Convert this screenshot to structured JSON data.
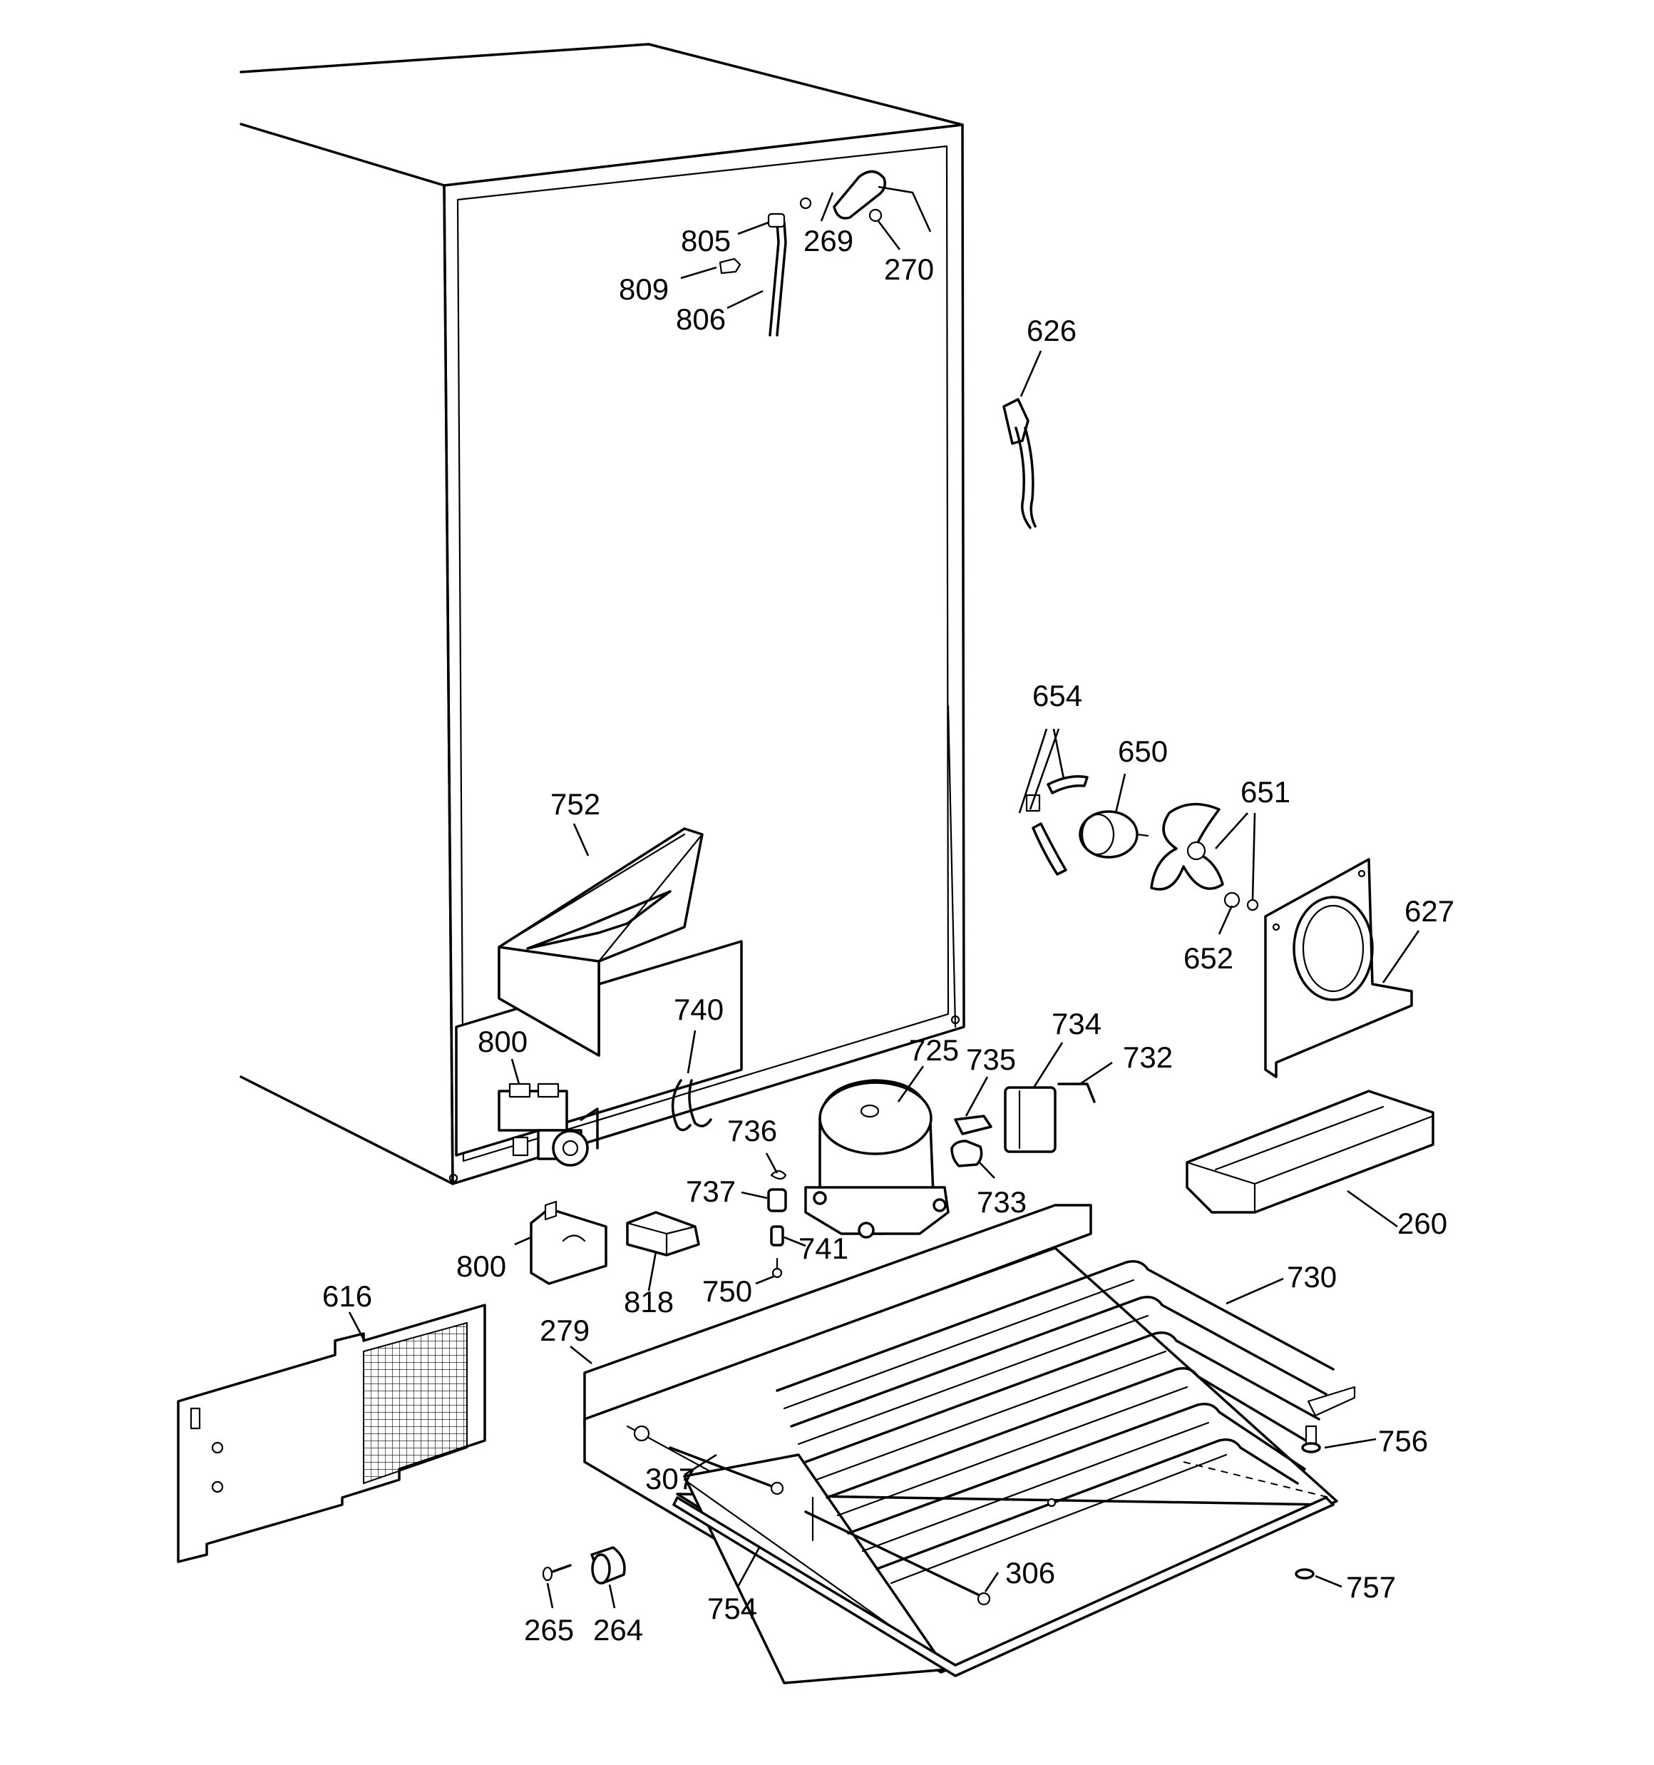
{
  "diagram": {
    "callouts": [
      {
        "id": "805",
        "label": "805"
      },
      {
        "id": "269",
        "label": "269"
      },
      {
        "id": "270",
        "label": "270"
      },
      {
        "id": "809",
        "label": "809"
      },
      {
        "id": "806",
        "label": "806"
      },
      {
        "id": "626",
        "label": "626"
      },
      {
        "id": "654",
        "label": "654"
      },
      {
        "id": "650",
        "label": "650"
      },
      {
        "id": "651",
        "label": "651"
      },
      {
        "id": "652",
        "label": "652"
      },
      {
        "id": "627",
        "label": "627"
      },
      {
        "id": "752",
        "label": "752"
      },
      {
        "id": "740",
        "label": "740"
      },
      {
        "id": "800a",
        "label": "800"
      },
      {
        "id": "725",
        "label": "725"
      },
      {
        "id": "735",
        "label": "735"
      },
      {
        "id": "734",
        "label": "734"
      },
      {
        "id": "732",
        "label": "732"
      },
      {
        "id": "736",
        "label": "736"
      },
      {
        "id": "737",
        "label": "737"
      },
      {
        "id": "733",
        "label": "733"
      },
      {
        "id": "260",
        "label": "260"
      },
      {
        "id": "800b",
        "label": "800"
      },
      {
        "id": "741",
        "label": "741"
      },
      {
        "id": "818",
        "label": "818"
      },
      {
        "id": "750",
        "label": "750"
      },
      {
        "id": "730",
        "label": "730"
      },
      {
        "id": "616",
        "label": "616"
      },
      {
        "id": "279",
        "label": "279"
      },
      {
        "id": "756",
        "label": "756"
      },
      {
        "id": "307",
        "label": "307"
      },
      {
        "id": "306",
        "label": "306"
      },
      {
        "id": "757",
        "label": "757"
      },
      {
        "id": "754",
        "label": "754"
      },
      {
        "id": "265",
        "label": "265"
      },
      {
        "id": "264",
        "label": "264"
      }
    ]
  }
}
